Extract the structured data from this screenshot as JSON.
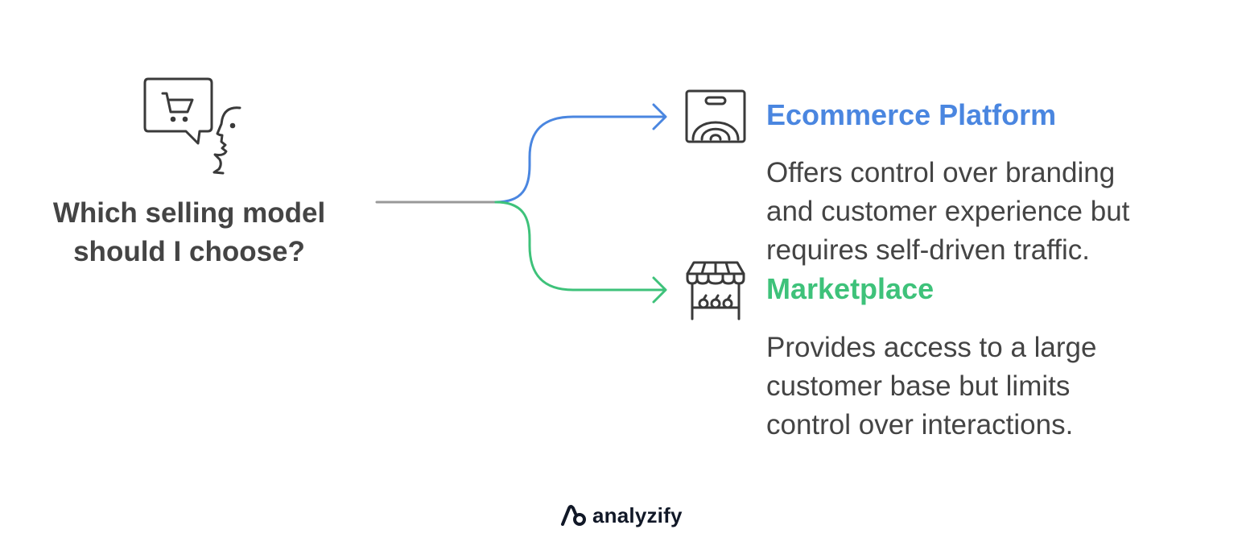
{
  "question": {
    "lines": [
      "Which selling model",
      "should I choose?"
    ]
  },
  "options": [
    {
      "id": "ecommerce",
      "title": "Ecommerce Platform",
      "icon": "oven-icon",
      "color": "#4a86e0",
      "description_lines": [
        "Offers control over branding",
        "and customer experience but",
        "requires self-driven traffic."
      ]
    },
    {
      "id": "marketplace",
      "title": "Marketplace",
      "icon": "market-stall-icon",
      "color": "#3ec27a",
      "description_lines": [
        "Provides access to a large",
        "customer base but limits",
        "control over interactions."
      ]
    }
  ],
  "header_icon": "shopping-thought-icon",
  "colors": {
    "text": "#444444",
    "connector_gray": "#999999",
    "ink": "#3a3a3a",
    "brand": "#111827"
  },
  "brand": {
    "name": "analyzify",
    "icon": "analyzify-logo-icon"
  }
}
